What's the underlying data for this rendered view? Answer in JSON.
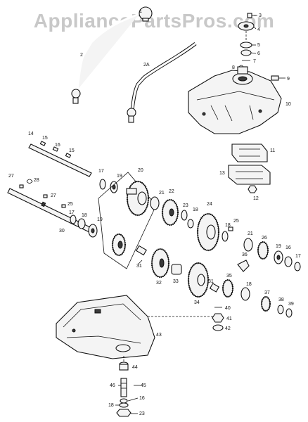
{
  "watermark": "AppliancePartsPros.com",
  "callouts": {
    "c1": "1",
    "c2": "2",
    "c2a": "2A",
    "c3": "3",
    "c4": "4",
    "c5": "5",
    "c6": "6",
    "c7": "7",
    "c8": "8",
    "c9": "9",
    "c10": "10",
    "c11": "11",
    "c12": "12",
    "c13": "13",
    "c14": "14",
    "c15a": "15",
    "c15b": "15",
    "c16a": "16",
    "c17a": "17",
    "c19a": "19",
    "c20": "20",
    "c27a": "27",
    "c28": "28",
    "c27b": "27",
    "c25a": "25",
    "c17b": "17",
    "c18a": "18",
    "c19b": "19",
    "c30": "30",
    "c21a": "21",
    "c22": "22",
    "c23": "23",
    "c18b": "18",
    "c24": "24",
    "c25b": "25",
    "c21b": "21",
    "c26": "26",
    "c19c": "19",
    "c16b": "16",
    "c17c": "17",
    "c31a": "31",
    "c32": "32",
    "c33": "33",
    "c34": "34",
    "c31b": "31",
    "c35": "35",
    "c36": "36",
    "c40": "40",
    "c41": "41",
    "c42": "42",
    "c18c": "18",
    "c37": "37",
    "c38": "38",
    "c39": "39",
    "c43": "43",
    "c44": "44",
    "c46": "46",
    "c45": "45",
    "c16c": "16",
    "c18d": "18",
    "c23b": "23"
  }
}
